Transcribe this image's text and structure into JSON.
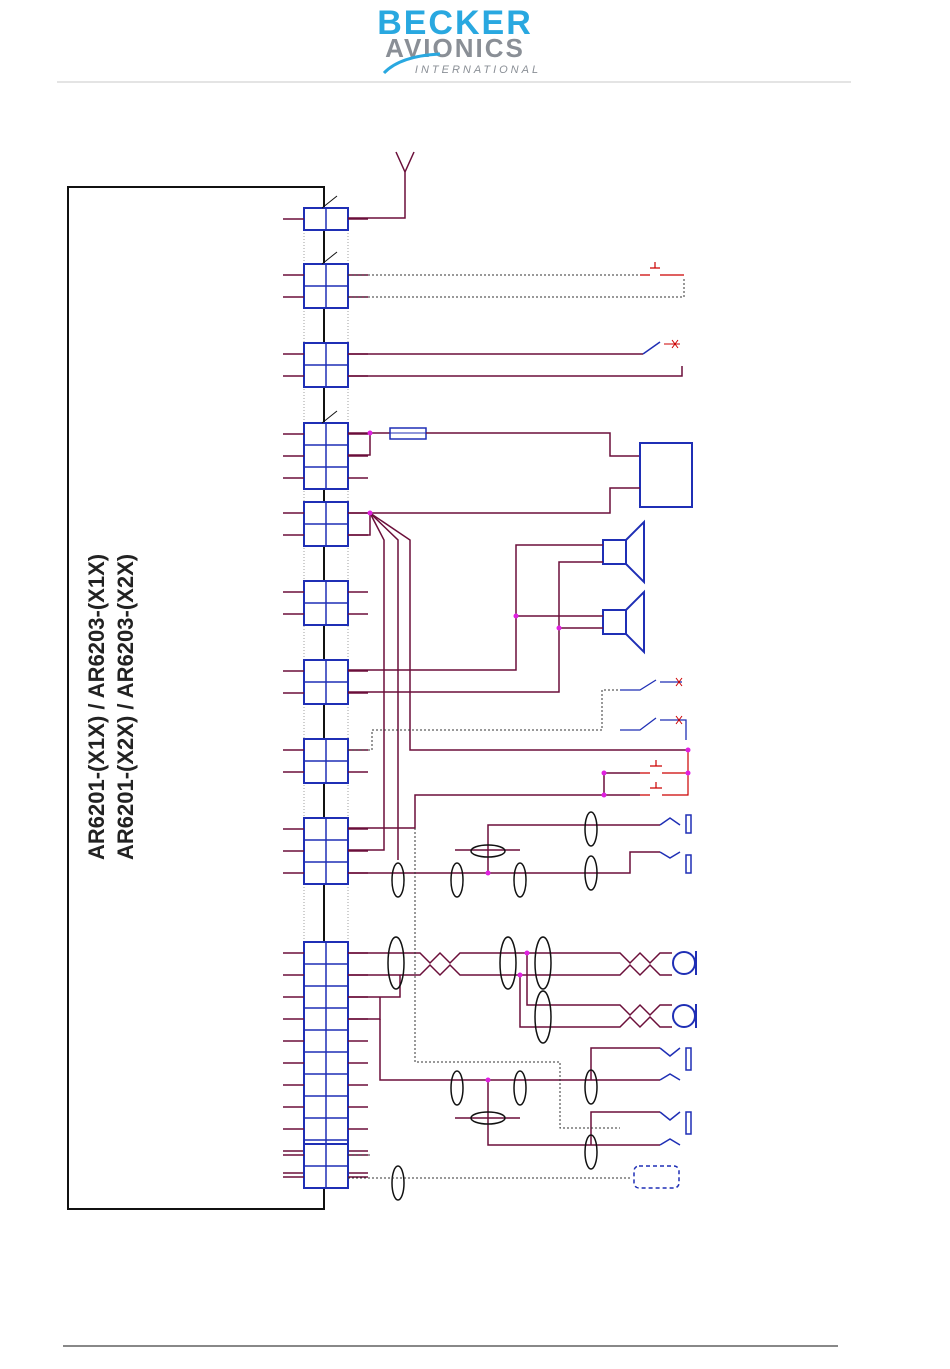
{
  "header": {
    "logo_line1": "BECKER",
    "logo_line2": "AVIONICS",
    "logo_line3": "INTERNATIONAL"
  },
  "unit": {
    "title_line1": "AR6201-(X1X) / AR6203-(X1X)",
    "title_line2": "AR6201-(X2X) / AR6203-(X2X)"
  },
  "colors": {
    "wire": "#6b0f3a",
    "connector": "#1f2fb5",
    "junction": "#e020e0",
    "logo_blue": "#29a8e0",
    "logo_gray": "#8a8f96"
  }
}
